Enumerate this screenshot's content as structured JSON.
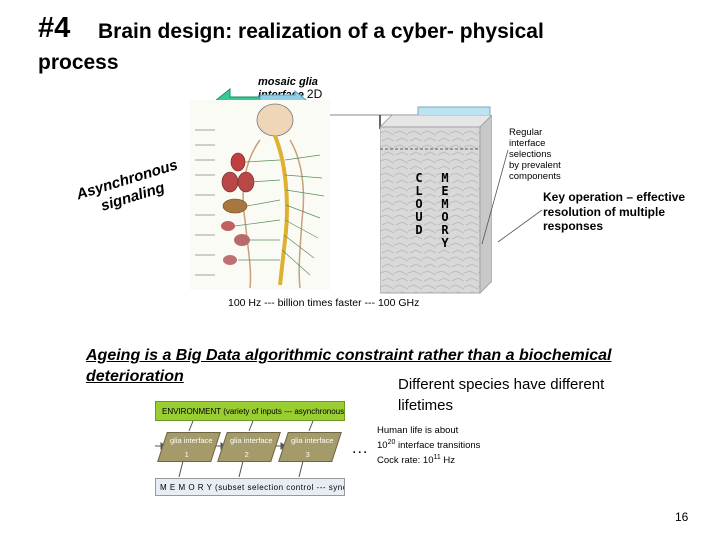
{
  "title": {
    "number": "#4",
    "text": "Brain design: realization of a cyber- physical",
    "continuation": "process"
  },
  "figure": {
    "mosaic_line1": "mosaic glia",
    "mosaic_line2": "interface",
    "mosaic_dim": "2D",
    "async_line1": "Asynchronous",
    "async_line2": "signaling",
    "cloud_letters": [
      "C",
      "L",
      "O",
      "U",
      "D"
    ],
    "memory_letters": [
      "M",
      "E",
      "M",
      "O",
      "R",
      "Y"
    ],
    "regular_lines": [
      "Regular",
      "interface",
      "selections",
      "by prevalent",
      "components"
    ],
    "key_operation": "Key operation – effective resolution of multiple responses",
    "frequency": "100 Hz --- billion times faster --- 100 GHz"
  },
  "ageing": "Ageing is a Big Data algorithmic constraint rather than a biochemical deterioration",
  "species": "Different species have different lifetimes",
  "small_diagram": {
    "environment": "ENVIRONMENT (variety of inputs --- asynchronous)",
    "glia_label": "glia interface",
    "glia_numbers": [
      "1",
      "2",
      "3"
    ],
    "memory": "M E M O R Y (subset selection control --- synchronous)",
    "dots": "...",
    "human_life_1": "Human life is about",
    "human_life_2_pre": "10",
    "human_life_2_sup": "20",
    "human_life_2_post": " interface transitions",
    "clock_pre": "Cock rate: 10",
    "clock_sup": "11",
    "clock_post": " Hz"
  },
  "page_number": "16",
  "colors": {
    "arrow_green": "#33cc99",
    "env_green": "#9acd32",
    "glia_olive": "#a59a6a",
    "async_text": "#000000"
  }
}
